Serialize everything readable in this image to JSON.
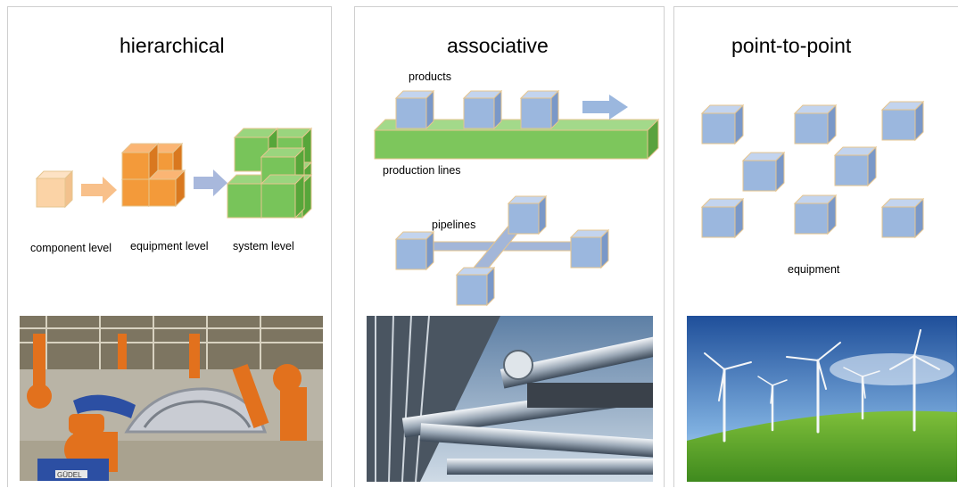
{
  "panels": {
    "hierarchical": {
      "title": "hierarchical",
      "labels": {
        "component": "component level",
        "equipment": "equipment level",
        "system": "system level"
      },
      "photo": {
        "brand": "GÜDEL"
      }
    },
    "associative": {
      "title": "associative",
      "labels": {
        "products": "products",
        "production_lines": "production lines",
        "pipelines": "pipelines"
      }
    },
    "point_to_point": {
      "title": "point-to-point",
      "labels": {
        "equipment": "equipment"
      }
    }
  },
  "colors": {
    "cube_blue": "#9bb7de",
    "cube_orange": "#f39a3a",
    "cube_peach": "#fbd3a6",
    "cube_green": "#78c45a",
    "edge_tan": "#e6c58f",
    "arrow_orange": "#f8c08a",
    "arrow_blue": "#a8b8dc"
  }
}
